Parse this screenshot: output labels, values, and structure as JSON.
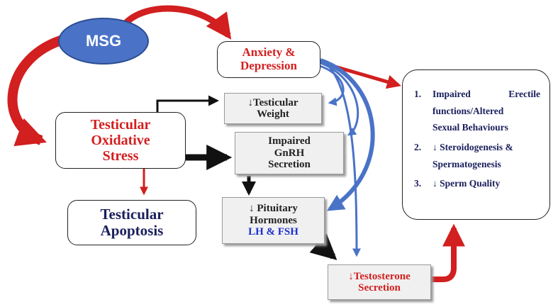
{
  "nodes": {
    "msg": "MSG",
    "anxiety": {
      "line1": "Anxiety &",
      "line2": "Depression"
    },
    "oxidative": {
      "line1": "Testicular",
      "line2": "Oxidative",
      "line3": "Stress"
    },
    "weight": {
      "line1": "↓Testicular",
      "line2": "Weight"
    },
    "gnrh": {
      "line1": "Impaired",
      "line2": "GnRH",
      "line3": "Secretion"
    },
    "apoptosis": {
      "line1": "Testicular",
      "line2": "Apoptosis"
    },
    "pituitary": {
      "line1": "↓ Pituitary",
      "line2": "Hormones",
      "line3": "LH & FSH"
    },
    "testosterone": {
      "line1": "↓Testosterone",
      "line2": "Secretion"
    }
  },
  "outcomes": [
    {
      "num": "1.",
      "lines": [
        "Impaired Erectile",
        "functions/Altered",
        "Sexual Behaviours"
      ]
    },
    {
      "num": "2.",
      "lines": [
        "↓ Steroidogenesis &",
        "Spermatogenesis"
      ]
    },
    {
      "num": "3.",
      "lines": [
        "↓ Sperm Quality"
      ]
    }
  ],
  "colors": {
    "red": "#d21f1f",
    "navy": "#1a1f5c",
    "blue_arrow": "#4a73c7",
    "msg_fill": "#4a73c7"
  }
}
